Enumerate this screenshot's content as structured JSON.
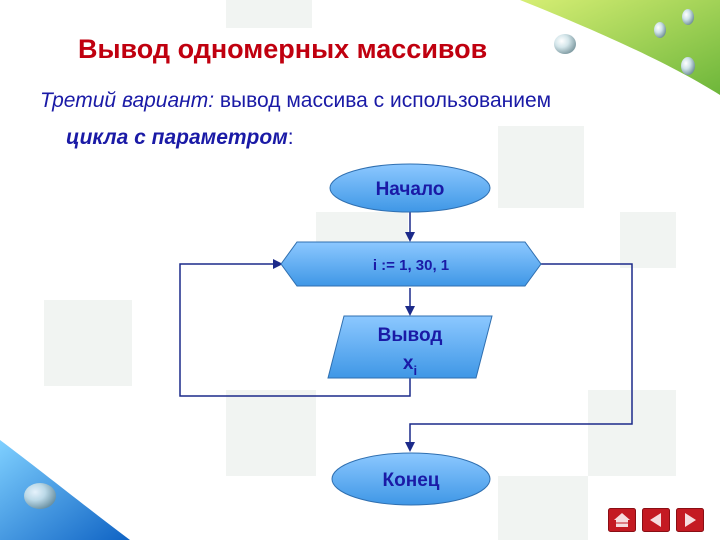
{
  "slide": {
    "title": "Вывод одномерных массивов",
    "subtitle_italic": "Третий вариант:",
    "subtitle_rest": " вывод массива с использованием",
    "subtitle_bold": "цикла с параметром",
    "subtitle_colon": ":"
  },
  "flowchart": {
    "start_label": "Начало",
    "loop_label": "i := 1, 30, 1",
    "output_label": "Вывод",
    "output_var": "x",
    "output_sub": "i",
    "end_label": "Конец"
  },
  "nav": {
    "home_icon": "home-icon",
    "prev_icon": "triangle-left-icon",
    "next_icon": "triangle-right-icon"
  },
  "colors": {
    "title": "#c0000f",
    "text": "#1a1aa6",
    "shape_fill": "#5aa9f0",
    "shape_stroke": "#2f6fb0",
    "arrow": "#1c2a8a",
    "nav_button": "#c41a22",
    "accent_green": "#8cc63f",
    "accent_blue": "#1c7fd1"
  }
}
